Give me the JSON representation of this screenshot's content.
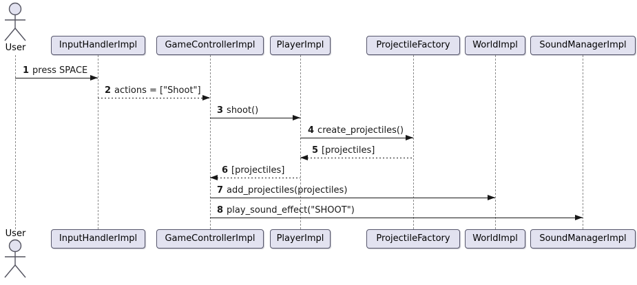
{
  "diagram": {
    "type": "uml-sequence",
    "actor_label": "User",
    "participants": [
      {
        "label": "InputHandlerImpl"
      },
      {
        "label": "GameControllerImpl"
      },
      {
        "label": "PlayerImpl"
      },
      {
        "label": "ProjectileFactory"
      },
      {
        "label": "WorldImpl"
      },
      {
        "label": "SoundManagerImpl"
      }
    ],
    "messages": [
      {
        "seq": "1",
        "text": "press SPACE",
        "from": "User",
        "to": "InputHandlerImpl",
        "line": "solid",
        "direction": "right"
      },
      {
        "seq": "2",
        "text": "actions = [\"Shoot\"]",
        "from": "InputHandlerImpl",
        "to": "GameControllerImpl",
        "line": "dotted",
        "direction": "right"
      },
      {
        "seq": "3",
        "text": "shoot()",
        "from": "GameControllerImpl",
        "to": "PlayerImpl",
        "line": "solid",
        "direction": "right"
      },
      {
        "seq": "4",
        "text": "create_projectiles()",
        "from": "PlayerImpl",
        "to": "ProjectileFactory",
        "line": "solid",
        "direction": "right"
      },
      {
        "seq": "5",
        "text": "[projectiles]",
        "from": "ProjectileFactory",
        "to": "PlayerImpl",
        "line": "dotted",
        "direction": "left"
      },
      {
        "seq": "6",
        "text": "[projectiles]",
        "from": "PlayerImpl",
        "to": "GameControllerImpl",
        "line": "dotted",
        "direction": "left"
      },
      {
        "seq": "7",
        "text": "add_projectiles(projectiles)",
        "from": "GameControllerImpl",
        "to": "WorldImpl",
        "line": "solid",
        "direction": "right"
      },
      {
        "seq": "8",
        "text": "play_sound_effect(\"SHOOT\")",
        "from": "GameControllerImpl",
        "to": "SoundManagerImpl",
        "line": "solid",
        "direction": "right"
      }
    ],
    "colors": {
      "participant_fill": "#E2E2F0",
      "participant_border": "#55556b",
      "lifeline": "#8a8a8a",
      "message": "#181818",
      "background": "#ffffff"
    }
  }
}
